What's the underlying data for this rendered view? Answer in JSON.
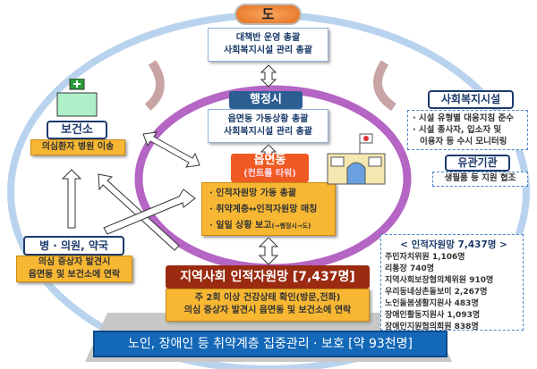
{
  "top": {
    "title": "도",
    "lines": [
      "대책반 운영 총괄",
      "사회복지시설 관리 총괄"
    ]
  },
  "city": {
    "title": "행정시",
    "lines": [
      "읍면동 가동상황 총괄",
      "사회복지시설 관리 총괄"
    ]
  },
  "town": {
    "title": "읍면동",
    "subtitle": "(컨트롤 타워)",
    "items": [
      "· 인적자원망 가동 총괄",
      "· 취약계층↔인적자원망 매칭",
      "· 일일 상황 보고"
    ],
    "report_note": "(→행정시→도)"
  },
  "health": {
    "title": "보건소",
    "desc": "의심환자 병원 이송"
  },
  "clinic": {
    "title": "병 · 의원, 약국",
    "lines": [
      "의심 증상자 발견시",
      "읍면동 및 보건소에 연락"
    ]
  },
  "welfare": {
    "title": "사회복지시설",
    "items": [
      "· 시설 유형별 대응지침 준수",
      "· 시설 종사자, 입소자 및",
      "이용자 등 수시 모니터링"
    ]
  },
  "related": {
    "title": "유관기관",
    "desc": "생필품 등 지원 협조"
  },
  "network": {
    "title": "지역사회 인적자원망 [7,437명]",
    "lines": [
      "주 2회 이상 건강상태 확인(방문,전화)",
      "의심 증상자 발견시 읍면동 및 보건소에 연락"
    ]
  },
  "breakdown": {
    "title": "< 인적자원망 7,437명 >",
    "items": [
      "주민자치위원 1,106명",
      "리통장 740명",
      "지역사회보장협의체위원 910명",
      "우리동네상촌돌보미 2,267명",
      "노인돌봄생활지원사 483명",
      "장애인활동지원사 1,093명",
      "장애인지원협의회원 838명"
    ]
  },
  "bottom": {
    "title": "노인, 장애인 등 취약계층 집중관리 · 보호 [약 93천명]"
  },
  "colors": {
    "orange": "#f07a2a",
    "blue": "#2c5d93",
    "darkred": "#9a2a10",
    "yellow": "#f7b733",
    "bar": "#1468b8",
    "purple": "#a23fb5"
  }
}
